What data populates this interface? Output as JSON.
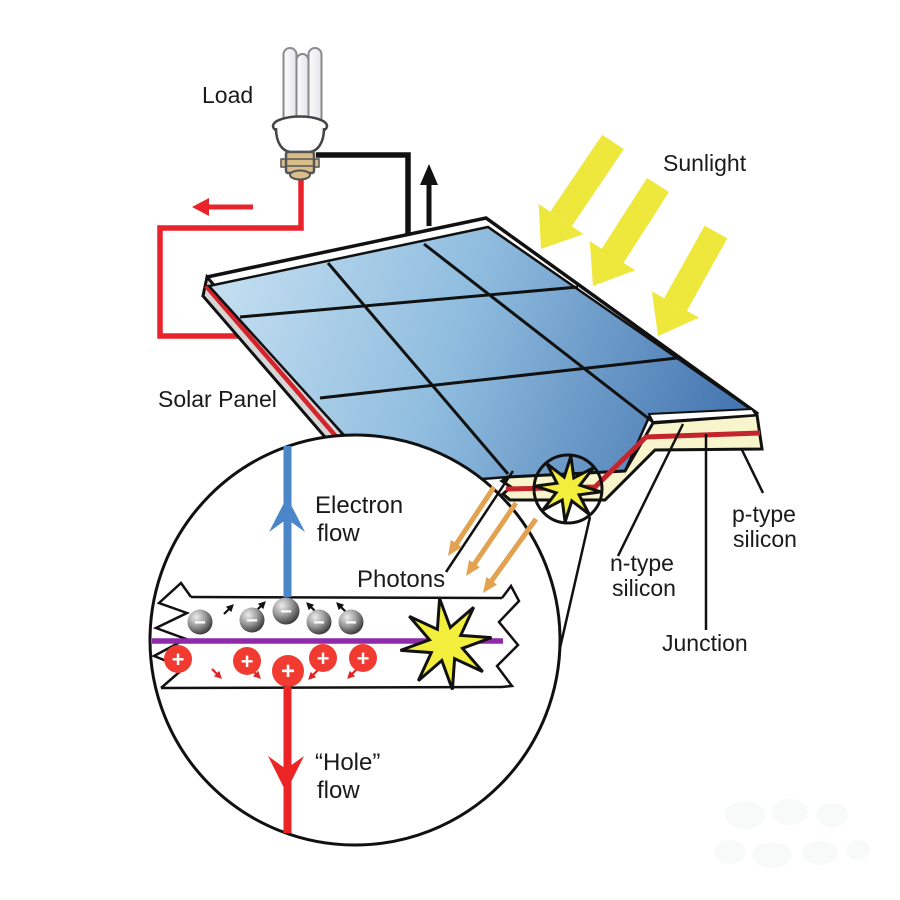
{
  "diagram": {
    "type": "solar-panel-how-it-works",
    "labels": {
      "load": "Load",
      "sunlight": "Sunlight",
      "solar_panel": "Solar Panel",
      "n_type_line1": "n-type",
      "n_type_line2": "silicon",
      "p_type_line1": "p-type",
      "p_type_line2": "silicon",
      "junction": "Junction",
      "electron_flow_line1": "Electron",
      "electron_flow_line2": "flow",
      "photons": "Photons",
      "hole_flow_line1": "“Hole”",
      "hole_flow_line2": "flow",
      "minus": "−",
      "plus": "+"
    },
    "counts": {
      "sunlight_arrows": 3,
      "photon_arrows": 3,
      "electrons": 5,
      "holes": 5
    },
    "colors": {
      "panel_blue_light": "#C6E0F2",
      "panel_blue_mid": "#8FBCDE",
      "panel_blue_dark": "#3F6FAD",
      "frame_gray": "#D6D6D6",
      "silicon_cream": "#F8F4CB",
      "junction_red": "#C4242B",
      "junction_purple": "#8F2BA8",
      "sunlight_yellow": "#EDE83B",
      "photon_orange": "#E2A24F",
      "electron_flow_blue": "#4A86C8",
      "hole_flow_red": "#EC2426",
      "wire_red": "#E8232B",
      "wire_black": "#111111",
      "hole_red": "#F23B30",
      "star_yellow": "#F2EE3C",
      "bulb_cap_tan": "#D9BE8C"
    }
  }
}
